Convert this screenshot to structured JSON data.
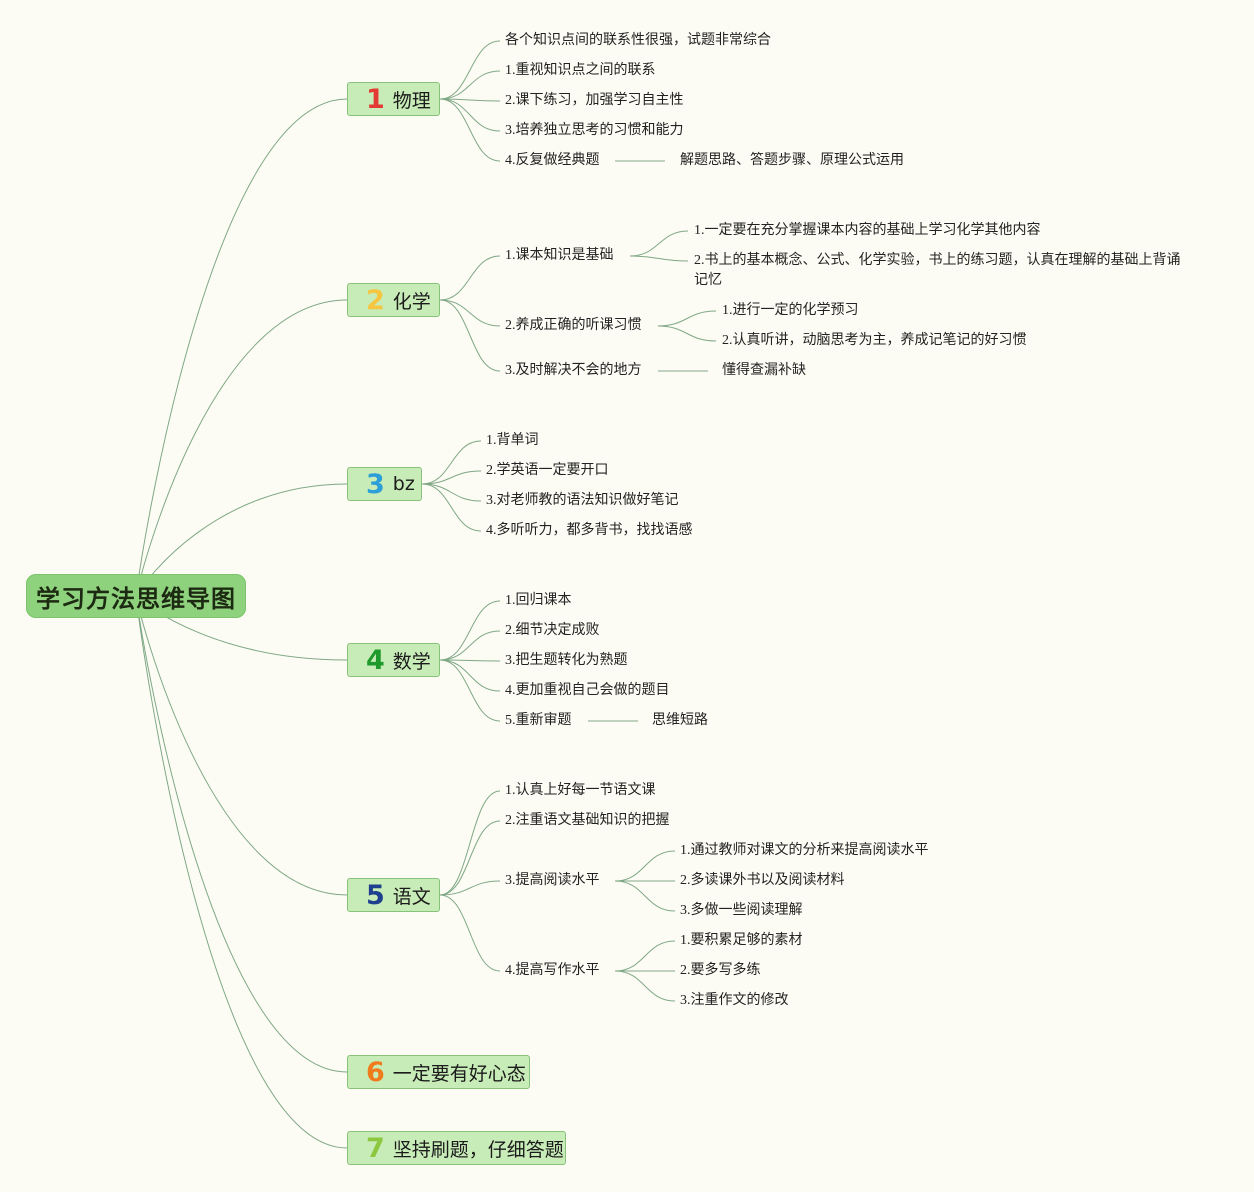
{
  "title": "学习方法思维导图",
  "colors": {
    "edge": "#7fa886",
    "branch_fill": "#c8ecb8",
    "root_fill": "#8fd27e"
  },
  "branches": [
    {
      "num": "1",
      "num_color": "#e23a33",
      "label": "物理",
      "items": [
        "各个知识点间的联系性很强，试题非常综合",
        "1.重视知识点之间的联系",
        "2.课下练习，加强学习自主性",
        "3.培养独立思考的习惯和能力",
        "4.反复做经典题"
      ],
      "sub": {
        "4.反复做经典题": [
          "解题思路、答题步骤、原理公式运用"
        ]
      }
    },
    {
      "num": "2",
      "num_color": "#f6c640",
      "label": "化学",
      "items": [
        "1.课本知识是基础",
        "2.养成正确的听课习惯",
        "3.及时解决不会的地方"
      ],
      "sub": {
        "1.课本知识是基础": [
          "1.一定要在充分掌握课本内容的基础上学习化学其他内容",
          "2.书上的基本概念、公式、化学实验，书上的练习题，认真在理解的基础上背诵记忆"
        ],
        "2.养成正确的听课习惯": [
          "1.进行一定的化学预习",
          "2.认真听讲，动脑思考为主，养成记笔记的好习惯"
        ],
        "3.及时解决不会的地方": [
          "懂得查漏补缺"
        ]
      }
    },
    {
      "num": "3",
      "num_color": "#2c9ed8",
      "label": "bz",
      "items": [
        "1.背单词",
        "2.学英语一定要开口",
        "3.对老师教的语法知识做好笔记",
        "4.多听听力，都多背书，找找语感"
      ]
    },
    {
      "num": "4",
      "num_color": "#1e9a2c",
      "label": "数学",
      "items": [
        "1.回归课本",
        "2.细节决定成败",
        "3.把生题转化为熟题",
        "4.更加重视自己会做的题目",
        "5.重新审题"
      ],
      "sub": {
        "5.重新审题": [
          "思维短路"
        ]
      }
    },
    {
      "num": "5",
      "num_color": "#1f3f8f",
      "label": "语文",
      "items": [
        "1.认真上好每一节语文课",
        "2.注重语文基础知识的把握",
        "3.提高阅读水平",
        "4.提高写作水平"
      ],
      "sub": {
        "3.提高阅读水平": [
          "1.通过教师对课文的分析来提高阅读水平",
          "2.多读课外书以及阅读材料",
          "3.多做一些阅读理解"
        ],
        "4.提高写作水平": [
          "1.要积累足够的素材",
          "2.要多写多练",
          "3.注重作文的修改"
        ]
      }
    },
    {
      "num": "6",
      "num_color": "#f07b1d",
      "label": "一定要有好心态",
      "items": []
    },
    {
      "num": "7",
      "num_color": "#8dc63f",
      "label": "坚持刷题，仔细答题",
      "items": []
    }
  ]
}
